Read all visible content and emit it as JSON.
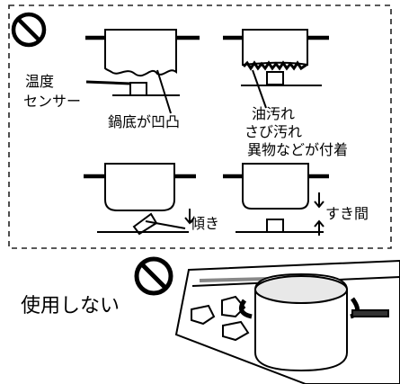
{
  "labels": {
    "sensor_line1": "温度",
    "sensor_line2": "センサー",
    "warped_bottom": "鍋底が凹凸",
    "dirt_line1": "油汚れ",
    "dirt_line2": "さび汚れ",
    "dirt_line3": "異物などが付着",
    "tilt": "傾き",
    "gap": "すき間",
    "do_not_use": "使用しない"
  },
  "icons": {
    "prohibited": "prohibition-icon"
  },
  "colors": {
    "ink": "#000000",
    "dash_border": "#222222",
    "stove_gray": "#bdbdbd",
    "background": "#ffffff"
  }
}
